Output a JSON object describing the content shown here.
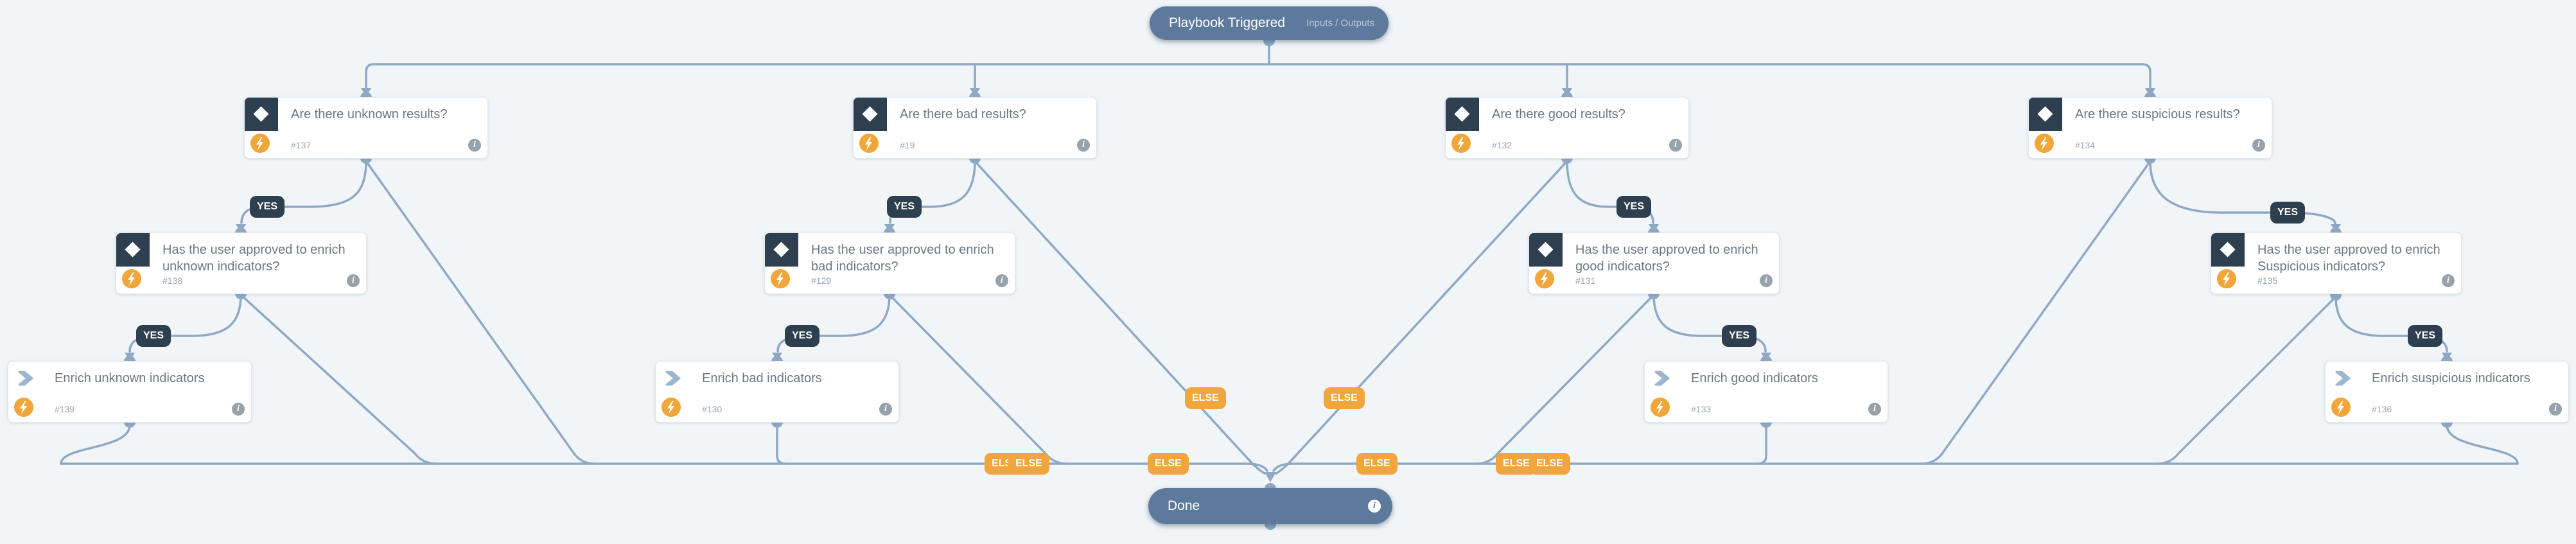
{
  "workflow": {
    "start": {
      "title": "Playbook Triggered",
      "io_link": "Inputs / Outputs"
    },
    "end": {
      "title": "Done"
    },
    "edge_labels": {
      "yes": "YES",
      "else": "ELSE"
    },
    "branches": [
      {
        "key": "unknown",
        "condition": {
          "title": "Are there unknown results?",
          "id": "#137"
        },
        "approval": {
          "title": "Has the user approved to enrich unknown indicators?",
          "id": "#138"
        },
        "enrich": {
          "title": "Enrich unknown indicators",
          "id": "#139"
        }
      },
      {
        "key": "bad",
        "condition": {
          "title": "Are there bad results?",
          "id": "#19"
        },
        "approval": {
          "title": "Has the user approved to enrich bad indicators?",
          "id": "#129"
        },
        "enrich": {
          "title": "Enrich bad indicators",
          "id": "#130"
        }
      },
      {
        "key": "good",
        "condition": {
          "title": "Are there good results?",
          "id": "#132"
        },
        "approval": {
          "title": "Has the user approved to enrich good indicators?",
          "id": "#131"
        },
        "enrich": {
          "title": "Enrich good indicators",
          "id": "#133"
        }
      },
      {
        "key": "suspicious",
        "condition": {
          "title": "Are there suspicious results?",
          "id": "#134"
        },
        "approval": {
          "title": "Has the user approved to enrich Suspicious indicators?",
          "id": "#135"
        },
        "enrich": {
          "title": "Enrich suspicious indicators",
          "id": "#136"
        }
      }
    ],
    "colors": {
      "canvas_bg": "#f1f5f8",
      "edge": "#8fa9c4",
      "pill": "#5d799c",
      "condition_icon_bg": "#2e3f4f",
      "yes_badge_bg": "#2e3f4f",
      "else_badge_bg": "#f0a63a",
      "bolt_badge_bg": "#f0a63a",
      "task_chevron": "#9cb5d0"
    }
  }
}
